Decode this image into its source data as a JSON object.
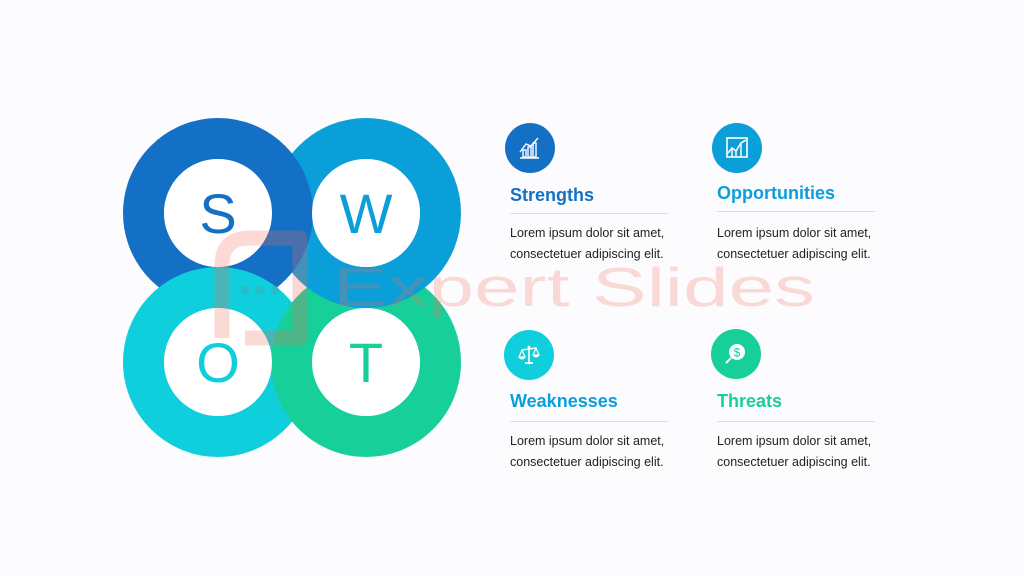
{
  "swot_graphic": {
    "letters": {
      "s": "S",
      "w": "W",
      "o": "O",
      "t": "T"
    },
    "colors": {
      "s": "#1470c5",
      "w": "#0a9fd9",
      "o": "#10cfdc",
      "t": "#17cf98"
    }
  },
  "cards": [
    {
      "key": "strengths",
      "title": "Strengths",
      "icon": "bar-chart-growth-icon",
      "color": "#1470c5",
      "title_color": "#1470c5",
      "body_line1": "Lorem ipsum dolor sit amet,",
      "body_line2": "consectetuer adipiscing elit."
    },
    {
      "key": "opportunities",
      "title": "Opportunities",
      "icon": "line-chart-board-icon",
      "color": "#0a9fd9",
      "title_color": "#0a9fd9",
      "body_line1": "Lorem ipsum dolor sit amet,",
      "body_line2": "consectetuer adipiscing elit."
    },
    {
      "key": "weaknesses",
      "title": "Weaknesses",
      "icon": "balance-scale-icon",
      "color": "#10cfdc",
      "title_color": "#0a9fd9",
      "body_line1": "Lorem ipsum dolor sit amet,",
      "body_line2": "consectetuer adipiscing elit."
    },
    {
      "key": "threats",
      "title": "Threats",
      "icon": "dollar-search-icon",
      "color": "#17cf98",
      "title_color": "#17cf98",
      "body_line1": "Lorem ipsum dolor sit amet,",
      "body_line2": "consectetuer adipiscing elit."
    }
  ],
  "watermark": {
    "text": "Expert Slides",
    "color": "#f26b5b"
  }
}
